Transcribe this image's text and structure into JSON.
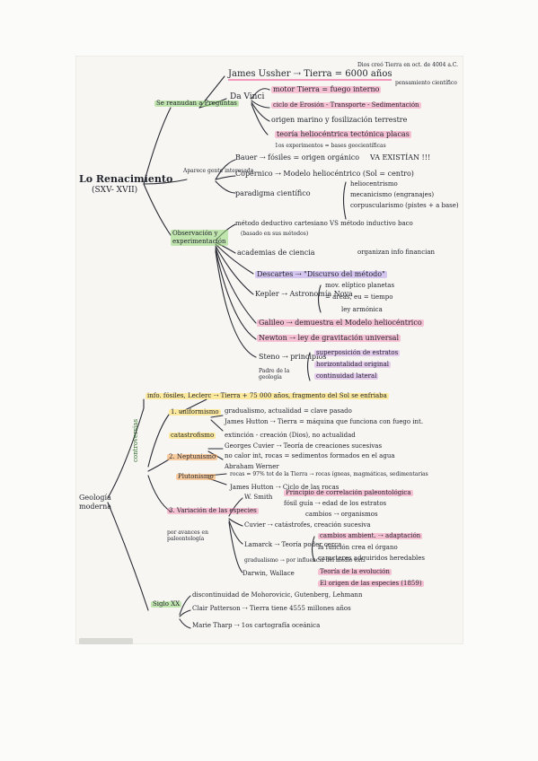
{
  "page": {
    "root": "Lo Renacimiento",
    "root_period": "(SXV- XVII)",
    "geologia": "Geología moderna"
  },
  "renacimiento": {
    "branch_1": "Se reanudan a Preguntas",
    "ussher": "James Ussher ⇢ Tierra = 6000 años",
    "ussher_note": "Dios creó Tierra en oct. de 4004 a.C.",
    "ussher_note2": "pensamiento científico",
    "davinci": "Da Vinci",
    "davinci_1": "motor Tierra = fuego interno",
    "davinci_2": "ciclo de Erosión - Transporte - Sedimentación",
    "davinci_3": "origen marino y fosilización terrestre",
    "davinci_4": "teoría heliocéntrica tectónica placas",
    "davinci_5": "1os experimentos = bases geocientíficas",
    "branch_2": "Aparece gente interesada",
    "bauer": "Bauer ⇢ fósiles = origen orgánico",
    "bauer_note": "VA EXISTÍAN !!!",
    "copernico": "Copérnico ⇢ Modelo heliocéntrico (Sol = centro)",
    "paradigma": "paradigma científico",
    "paradigma_1": "heliocentrismo",
    "paradigma_2": "mecanicismo (engranajes)",
    "paradigma_3": "corpuscularismo (pistes + a base)",
    "branch_3": "Observación y experimentación",
    "metodo": "método deductivo cartesiano VS método inductivo baco",
    "metodo_note": "(basado en sus métodos)",
    "academias": "academias de ciencia",
    "academias_1": "organizan info financian",
    "descartes": "Descartes ⇢ \"Discurso del método\"",
    "kepler": "Kepler ⇢ Astronomía Nova",
    "kepler_1": "mov. elíptico planetas",
    "kepler_2": "= áreas, eu = tiempo",
    "kepler_3": "ley armónica",
    "galileo": "Galileo ⇢ demuestra el Modelo heliocéntrico",
    "newton": "Newton ⇢ ley de gravitación universal",
    "steno": "Steno ⇢ principios",
    "steno_1": "superposición de estratos",
    "steno_2": "horizontalidad original",
    "steno_3": "continuidad lateral",
    "steno_note": "Padre de la geología"
  },
  "geologia": {
    "info": "info. fósiles, Leclerc ⇢ Tierra + 75 000 años, fragmento del Sol se enfriaba",
    "g1": "1. uniformismo",
    "g1_a": "gradualismo, actualidad = clave pasado",
    "g1_b": "James Hutton ⇢ Tierra = máquina que funciona con fuego int.",
    "g1_c": "catastrofismo",
    "g1_d": "extinción - creación (Dios), no actualidad",
    "g1_e": "Georges Cuvier ⇢ Teoría de creaciones sucesivas",
    "controversias": "controversias",
    "g2": "2. Neptunismo",
    "g2_a": "no calor int, rocas = sedimentos formados en el agua",
    "g2_b": "Abraham Werner",
    "g2_c": "Plutonismo",
    "g2_d": "rocas = 97% tot de la Tierra ⇢ rocas ígneas, magmáticas, sedimentarias",
    "g2_e": "James Hutton ⇢ Ciclo de las rocas",
    "g3": "3. Variación de las especies",
    "g3_note": "por avances en paleontología",
    "smith": "W. Smith",
    "smith_1": "Principio de correlación paleontológica",
    "smith_2": "fósil guía ⇢ edad de los estratos",
    "smith_3": "cambios ⇢ organismos",
    "cuvier": "Cuvier ⇢ catástrofes, creación sucesiva",
    "lamarck": "Lamarck ⇢ Teoría poder cerca",
    "lamarck_1": "cambios ambient. ⇢ adaptación",
    "lamarck_2": "la función crea el órgano",
    "lamarck_3": "caracteres adquiridos heredables",
    "gradualismo": "gradualismo ⇢ por influencia del medio ext.",
    "darwin": "Darwin, Wallace",
    "darwin_1": "Teoría de la evolución",
    "darwin_2": "El origen de las especies (1859)",
    "siglo_xx": "Siglo XX",
    "xx_1": "discontinuidad de Mohorovicic, Gutenberg, Lehmann",
    "xx_2": "Clair Patterson ⇢ Tierra tiene 4555 millones años",
    "xx_3": "Marie Tharp ⇢ 1os cartografía oceánica"
  }
}
